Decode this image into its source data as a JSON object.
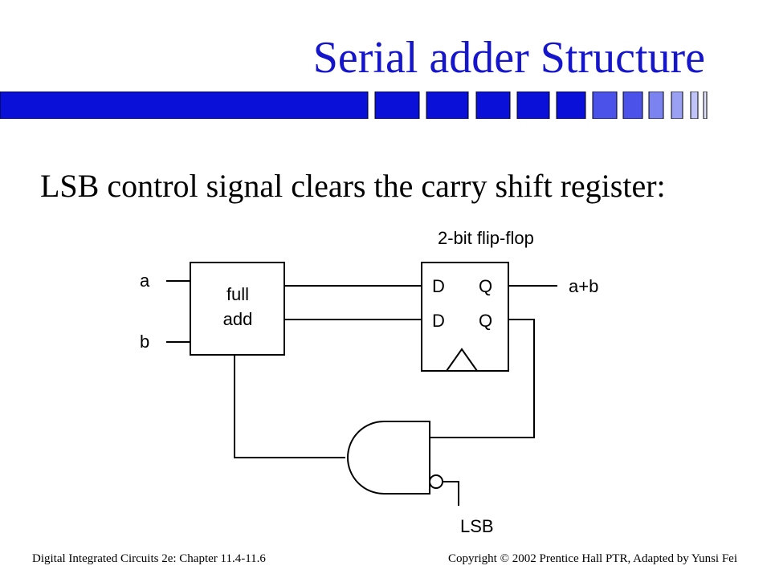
{
  "slide": {
    "title": "Serial adder Structure",
    "subtitle": "LSB control signal clears the carry shift register:",
    "accent_color": "#1515cc",
    "bar_color": "#0a10d8",
    "bar_light_color": "#6670ee"
  },
  "diagram": {
    "input_a": "a",
    "input_b": "b",
    "adder_line1": "full",
    "adder_line2": "add",
    "flipflop_title": "2-bit flip-flop",
    "ff_d1": "D",
    "ff_q1": "Q",
    "ff_d2": "D",
    "ff_q2": "Q",
    "output": "a+b",
    "control": "LSB",
    "gate_icon": "and-gate-inverted-input-icon",
    "clock_icon": "clock-triangle-icon"
  },
  "footer": {
    "left": "Digital Integrated Circuits 2e: Chapter 11.4-11.6",
    "right": "Copyright © 2002 Prentice Hall PTR, Adapted by Yunsi Fei"
  }
}
